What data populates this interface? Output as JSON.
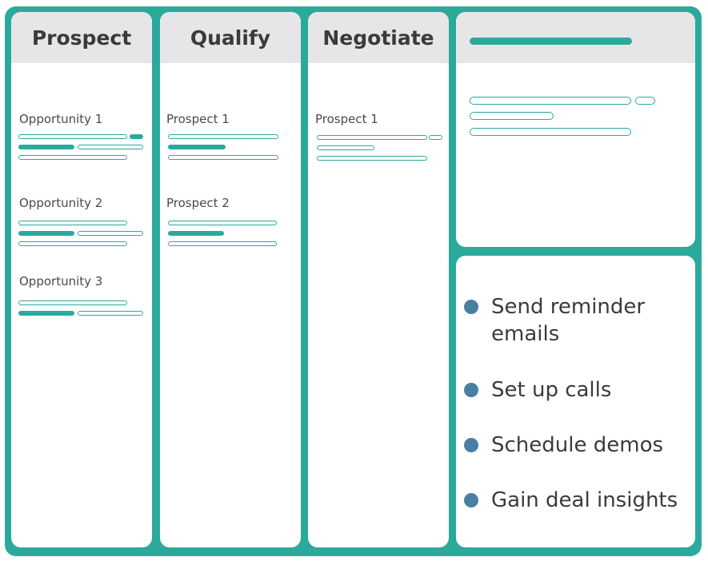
{
  "columns": [
    {
      "title": "Prospect",
      "cards": [
        "Opportunity 1",
        "Opportunity 2",
        "Opportunity 3"
      ]
    },
    {
      "title": "Qualify",
      "cards": [
        "Prospect 1",
        "Prospect 2"
      ]
    },
    {
      "title": "Negotiate",
      "cards": [
        "Prospect 1"
      ]
    }
  ],
  "tasks": [
    "Send reminder emails",
    "Set up calls",
    "Schedule demos",
    "Gain deal insights"
  ],
  "colors": {
    "frame": "#2ba99b",
    "header_bg": "#e6e6e8",
    "bullet": "#4a7fa4",
    "text": "#3b3b3d"
  }
}
